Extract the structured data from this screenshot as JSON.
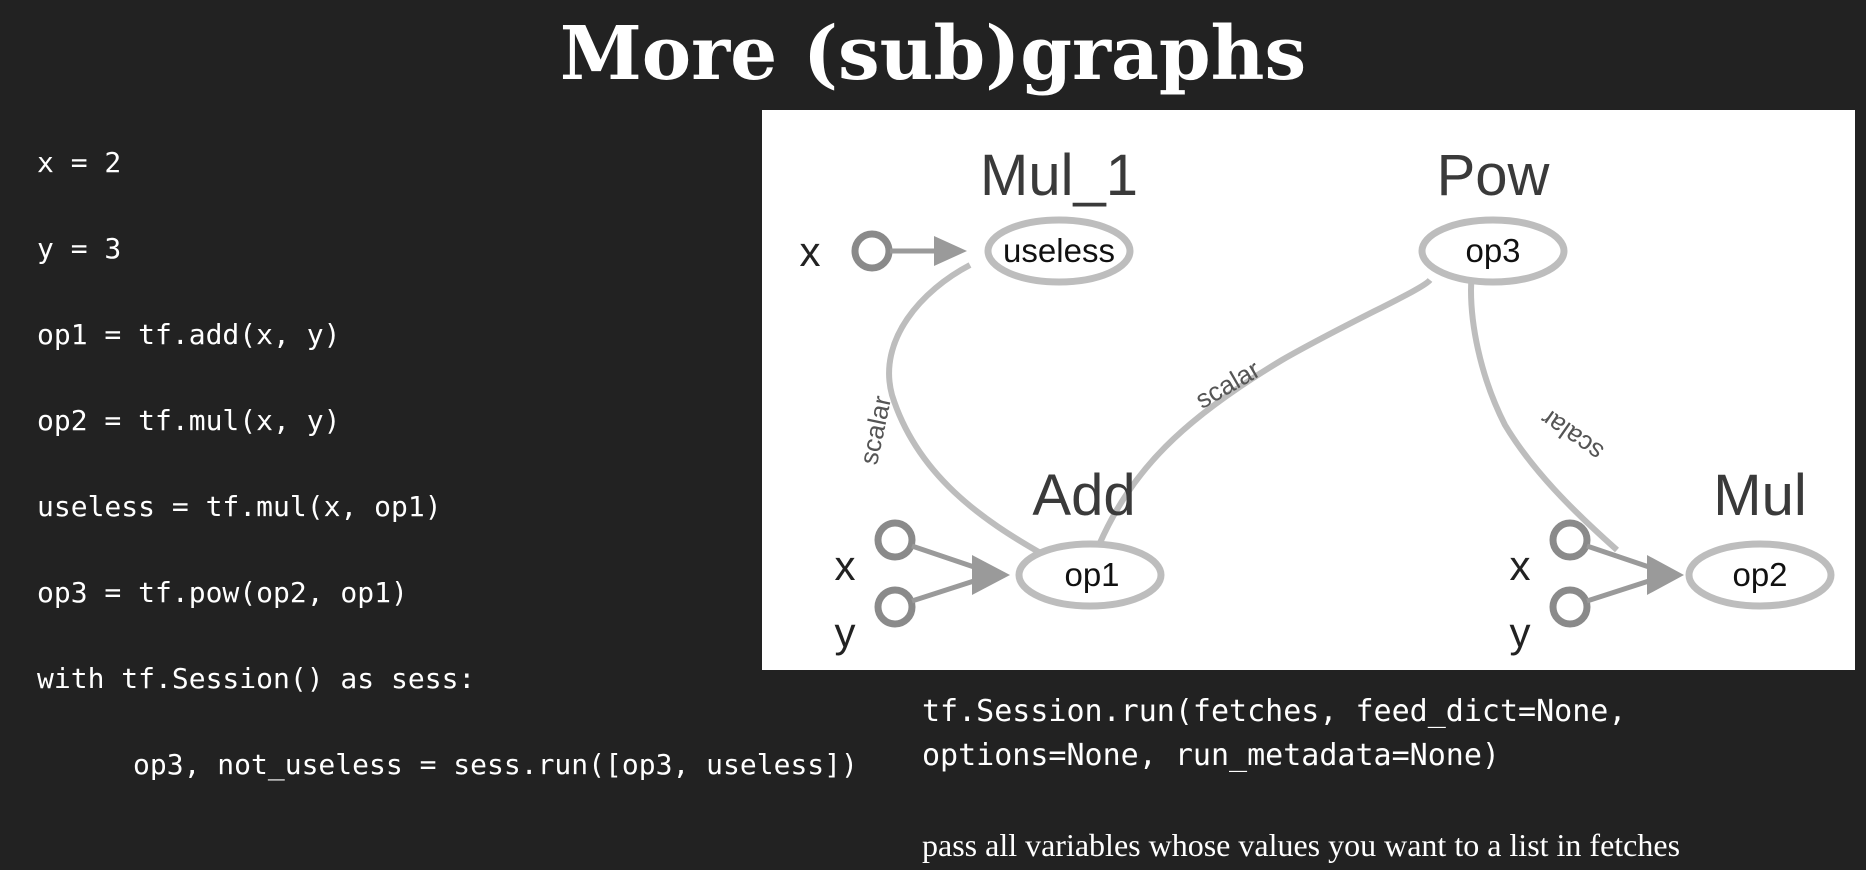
{
  "title": "More (sub)graphs",
  "code": {
    "lines": [
      "x = 2",
      "y = 3",
      "op1 = tf.add(x, y)",
      "op2 = tf.mul(x, y)",
      "useless = tf.mul(x, op1)",
      "op3 = tf.pow(op2, op1)",
      "with tf.Session() as sess:",
      "op3, not_useless = sess.run([op3, useless])"
    ]
  },
  "graph": {
    "nodes": {
      "mul_1": {
        "name": "Mul_1",
        "op": "useless"
      },
      "pow": {
        "name": "Pow",
        "op": "op3"
      },
      "add": {
        "name": "Add",
        "op": "op1"
      },
      "mul": {
        "name": "Mul",
        "op": "op2"
      }
    },
    "inputs": {
      "mul_1_x": "x",
      "add_x": "x",
      "add_y": "y",
      "mul_x": "x",
      "mul_y": "y"
    },
    "edge_labels": {
      "add_to_mul_1": "scalar",
      "add_to_pow": "scalar",
      "mul_to_pow": "scalar"
    }
  },
  "api": {
    "signature_line1": "tf.Session.run(fetches, feed_dict=None,",
    "signature_line2": "options=None, run_metadata=None)"
  },
  "note": "pass all variables whose values you want to a list in fetches"
}
